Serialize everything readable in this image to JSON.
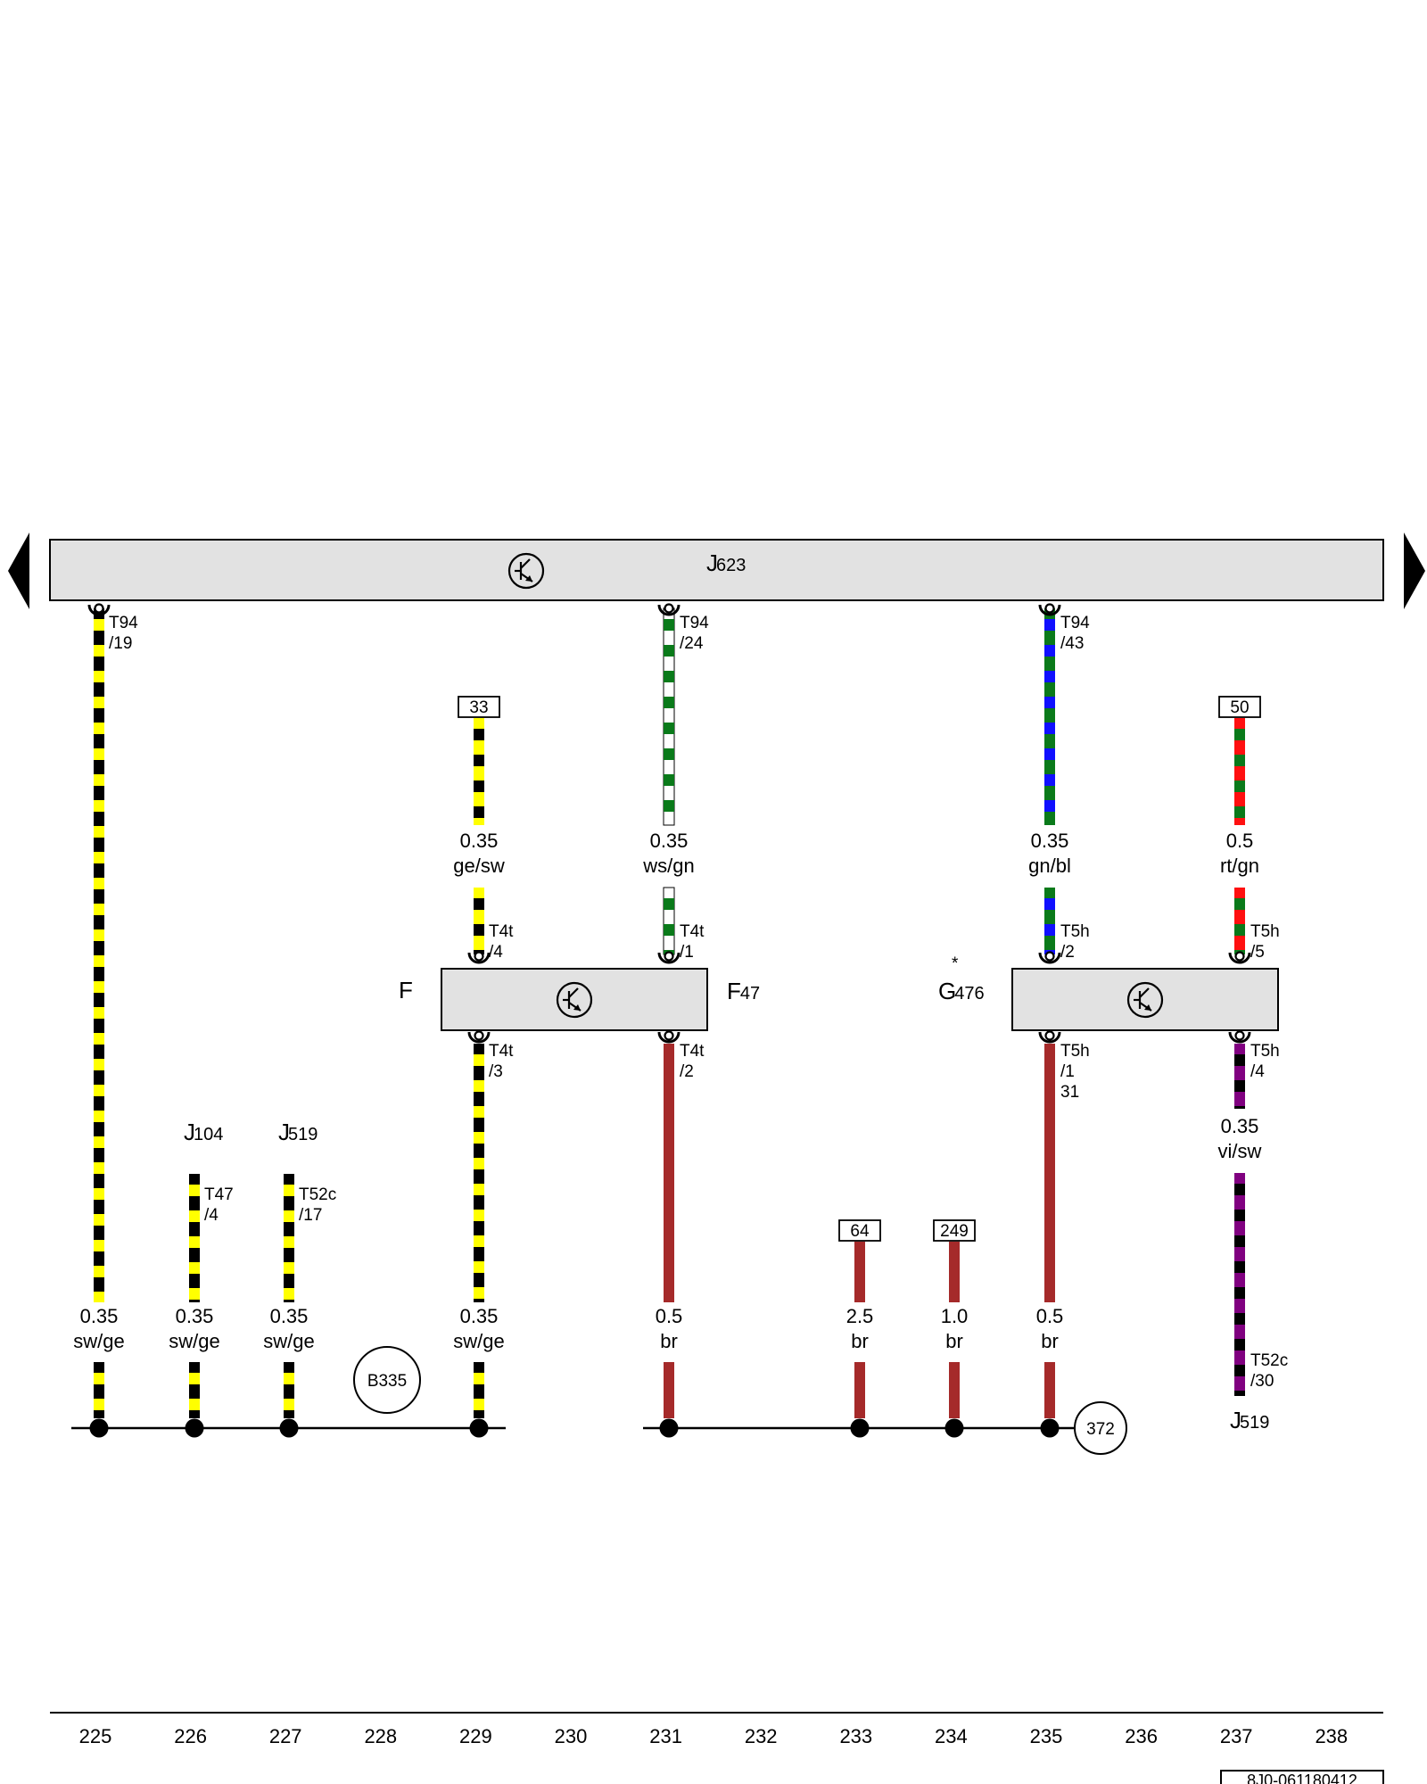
{
  "colors": {
    "sw": "#000000",
    "ge": "#ffff00",
    "ws": "#ffffff",
    "gn": "#0a7a1a",
    "bl": "#1010ff",
    "rt": "#ff1010",
    "br": "#a52a2a",
    "vi": "#800080",
    "box_fill": "#e2e2e2"
  },
  "control_unit": {
    "label_main": "J",
    "label_sub": "623"
  },
  "components": {
    "f": {
      "label": "F"
    },
    "f47": {
      "label_main": "F",
      "label_sub": "47"
    },
    "g476": {
      "label_main": "G",
      "label_sub": "476",
      "star": "*"
    },
    "j104": {
      "label_main": "J",
      "label_sub": "104"
    },
    "j519_top": {
      "label_main": "J",
      "label_sub": "519"
    },
    "j519_bottom": {
      "label_main": "J",
      "label_sub": "519"
    }
  },
  "connectors": {
    "t94_19": [
      "T94",
      "/19"
    ],
    "t94_24": [
      "T94",
      "/24"
    ],
    "t94_43": [
      "T94",
      "/43"
    ],
    "t4t_4": [
      "T4t",
      "/4"
    ],
    "t4t_1": [
      "T4t",
      "/1"
    ],
    "t4t_3": [
      "T4t",
      "/3"
    ],
    "t4t_2": [
      "T4t",
      "/2"
    ],
    "t5h_2": [
      "T5h",
      "/2"
    ],
    "t5h_5": [
      "T5h",
      "/5"
    ],
    "t5h_1": [
      "T5h",
      "/1",
      "31"
    ],
    "t5h_4": [
      "T5h",
      "/4"
    ],
    "t47_4": [
      "T47",
      "/4"
    ],
    "t52c_17": [
      "T52c",
      "/17"
    ],
    "t52c_30": [
      "T52c",
      "/30"
    ]
  },
  "references": {
    "ref33": "33",
    "ref50": "50",
    "ref64": "64",
    "ref249": "249"
  },
  "wires": {
    "w229_top": {
      "size": "0.35",
      "color": "ge/sw"
    },
    "w231_top": {
      "size": "0.35",
      "color": "ws/gn"
    },
    "w235_top": {
      "size": "0.35",
      "color": "gn/bl"
    },
    "w237_top": {
      "size": "0.5",
      "color": "rt/gn"
    },
    "w237_mid": {
      "size": "0.35",
      "color": "vi/sw"
    },
    "w225": {
      "size": "0.35",
      "color": "sw/ge"
    },
    "w226": {
      "size": "0.35",
      "color": "sw/ge"
    },
    "w227": {
      "size": "0.35",
      "color": "sw/ge"
    },
    "w229_bot": {
      "size": "0.35",
      "color": "sw/ge"
    },
    "w231_bot": {
      "size": "0.5",
      "color": "br"
    },
    "w233": {
      "size": "2.5",
      "color": "br"
    },
    "w234": {
      "size": "1.0",
      "color": "br"
    },
    "w235_bot": {
      "size": "0.5",
      "color": "br"
    }
  },
  "ground_points": {
    "b335": "B335",
    "g372": "372"
  },
  "footer": {
    "columns": [
      "225",
      "226",
      "227",
      "228",
      "229",
      "230",
      "231",
      "232",
      "233",
      "234",
      "235",
      "236",
      "237",
      "238"
    ],
    "doc_id": "8J0-061180412"
  }
}
